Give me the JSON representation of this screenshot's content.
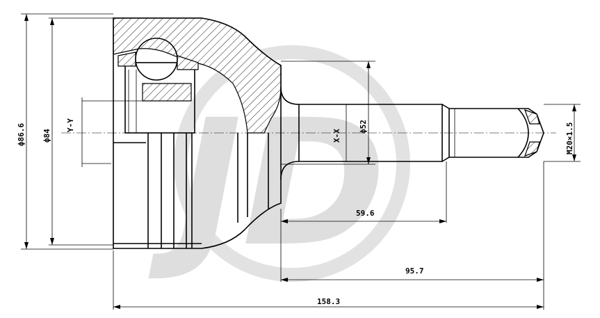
{
  "dimensions": {
    "outer_diameter": "ф86.6",
    "inner_diameter": "ф84",
    "shaft_diameter": "ф52",
    "thread": "M20×1.5",
    "length_stub": "59.6",
    "length_shaft": "95.7",
    "length_total": "158.3"
  },
  "section_labels": {
    "y_section": "Y-Y",
    "x_section": "X-X"
  },
  "watermark": {
    "text": "JD",
    "color": "#c8c8c8"
  },
  "colors": {
    "line": "#000000",
    "background": "#ffffff"
  }
}
